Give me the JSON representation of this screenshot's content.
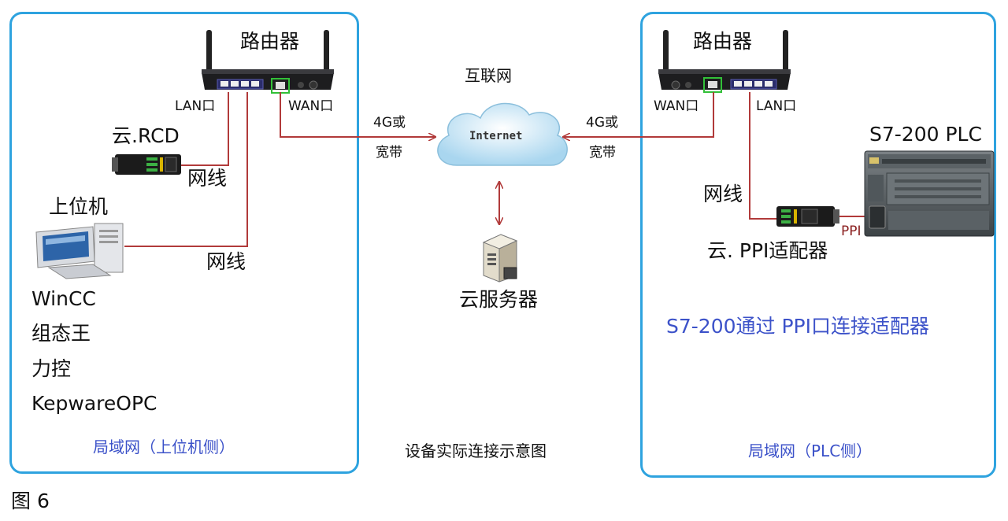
{
  "left_lan": {
    "router_label": "路由器",
    "lan_port": "LAN口",
    "wan_port": "WAN口",
    "rcd_label": "云.RCD",
    "cable_label_1": "网线",
    "host_label": "上位机",
    "cable_label_2": "网线",
    "software": [
      "WinCC",
      "组态王",
      "力控",
      "KepwareOPC"
    ],
    "caption": "局域网（上位机侧）"
  },
  "center": {
    "internet_label": "互联网",
    "cloud_text": "Internet",
    "link_left": [
      "4G或",
      "宽带"
    ],
    "link_right": [
      "4G或",
      "宽带"
    ],
    "server_label": "云服务器",
    "diagram_caption": "设备实际连接示意图"
  },
  "right_lan": {
    "router_label": "路由器",
    "wan_port": "WAN口",
    "lan_port": "LAN口",
    "plc_label": "S7-200 PLC",
    "cable_label": "网线",
    "ppi_label": "PPI",
    "adapter_label": "云. PPI适配器",
    "note": "S7-200通过 PPI口连接适配器",
    "caption": "局域网（PLC侧）"
  },
  "figure_label": "图 6",
  "colors": {
    "panel_border": "#2ea3df",
    "wire": "#b13a3a",
    "caption_blue": "#3c52c9"
  }
}
